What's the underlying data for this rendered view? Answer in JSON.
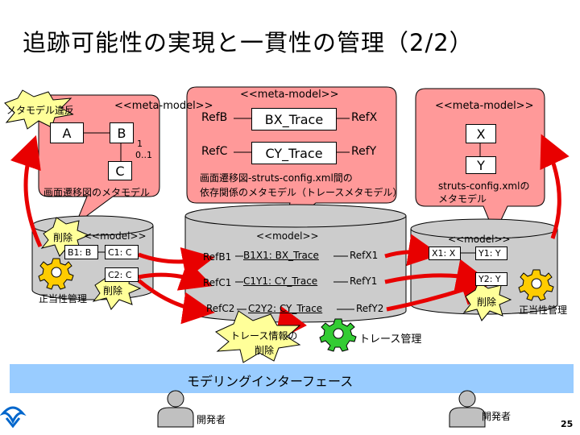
{
  "title": "追跡可能性の実現と一貫性の管理（2/2）",
  "left_balloon": {
    "header": "<<meta-model>>",
    "label_A": "A",
    "label_B": "B",
    "mult_1": "1",
    "mult_01": "0..1",
    "label_C": "C",
    "caption": "画面遷移図のメタモデル"
  },
  "center_balloon": {
    "header": "<<meta-model>>",
    "refB": "RefB",
    "bx_trace": "BX_Trace",
    "refX": "RefX",
    "refC": "RefC",
    "cy_trace": "CY_Trace",
    "refY": "RefY",
    "caption_line1": "画面遷移図-struts-config.xml間の",
    "caption_line2": "依存関係のメタモデル（トレースメタモデル）"
  },
  "right_balloon": {
    "header": "<<meta-model>>",
    "label_X": "X",
    "label_Y": "Y",
    "caption_line1": "struts-config.xmlの",
    "caption_line2": "メタモデル"
  },
  "left_db": {
    "header": "<<model>>",
    "b1": "B1: B",
    "c1": "C1: C",
    "c2": "C2: C"
  },
  "center_db": {
    "header": "<<model>>",
    "refB1": "RefB1",
    "b1x1": "B1X1: BX_Trace",
    "refX1": "RefX1",
    "refC1": "RefC1",
    "c1y1": "C1Y1: CY_Trace",
    "refY1": "RefY1",
    "refC2": "RefC2",
    "c2y2": "C2Y2: CY_Trace",
    "refY2": "RefY2"
  },
  "right_db": {
    "header": "<<model>>",
    "x1": "X1: X",
    "y1": "Y1: Y",
    "y2": "Y2: Y"
  },
  "bursts": {
    "meta_violation": "メタモデル違反",
    "delete_left_top": "削除",
    "delete_left_mid": "削除",
    "delete_right": "削除",
    "trace_delete_line1": "トレース情報の",
    "trace_delete_line2": "削除"
  },
  "labels": {
    "consistency_left": "正当性管理",
    "consistency_right": "正当性管理",
    "trace_management": "トレース管理",
    "modeling_interface": "モデリングインターフェース",
    "developer_left": "開発者",
    "developer_right": "開発者",
    "page_number": "25"
  },
  "colors": {
    "balloon_fill": "#FF9999",
    "db_fill": "#CCCCCC",
    "burst_fill": "#FFFF99",
    "gear_fill": "#FFCC00",
    "gear_green": "#33CC33",
    "arrow_red": "#E80000",
    "interface_band": "#99CCFF",
    "person_fill": "#C0C0C0",
    "logo_blue": "#0066CC"
  }
}
